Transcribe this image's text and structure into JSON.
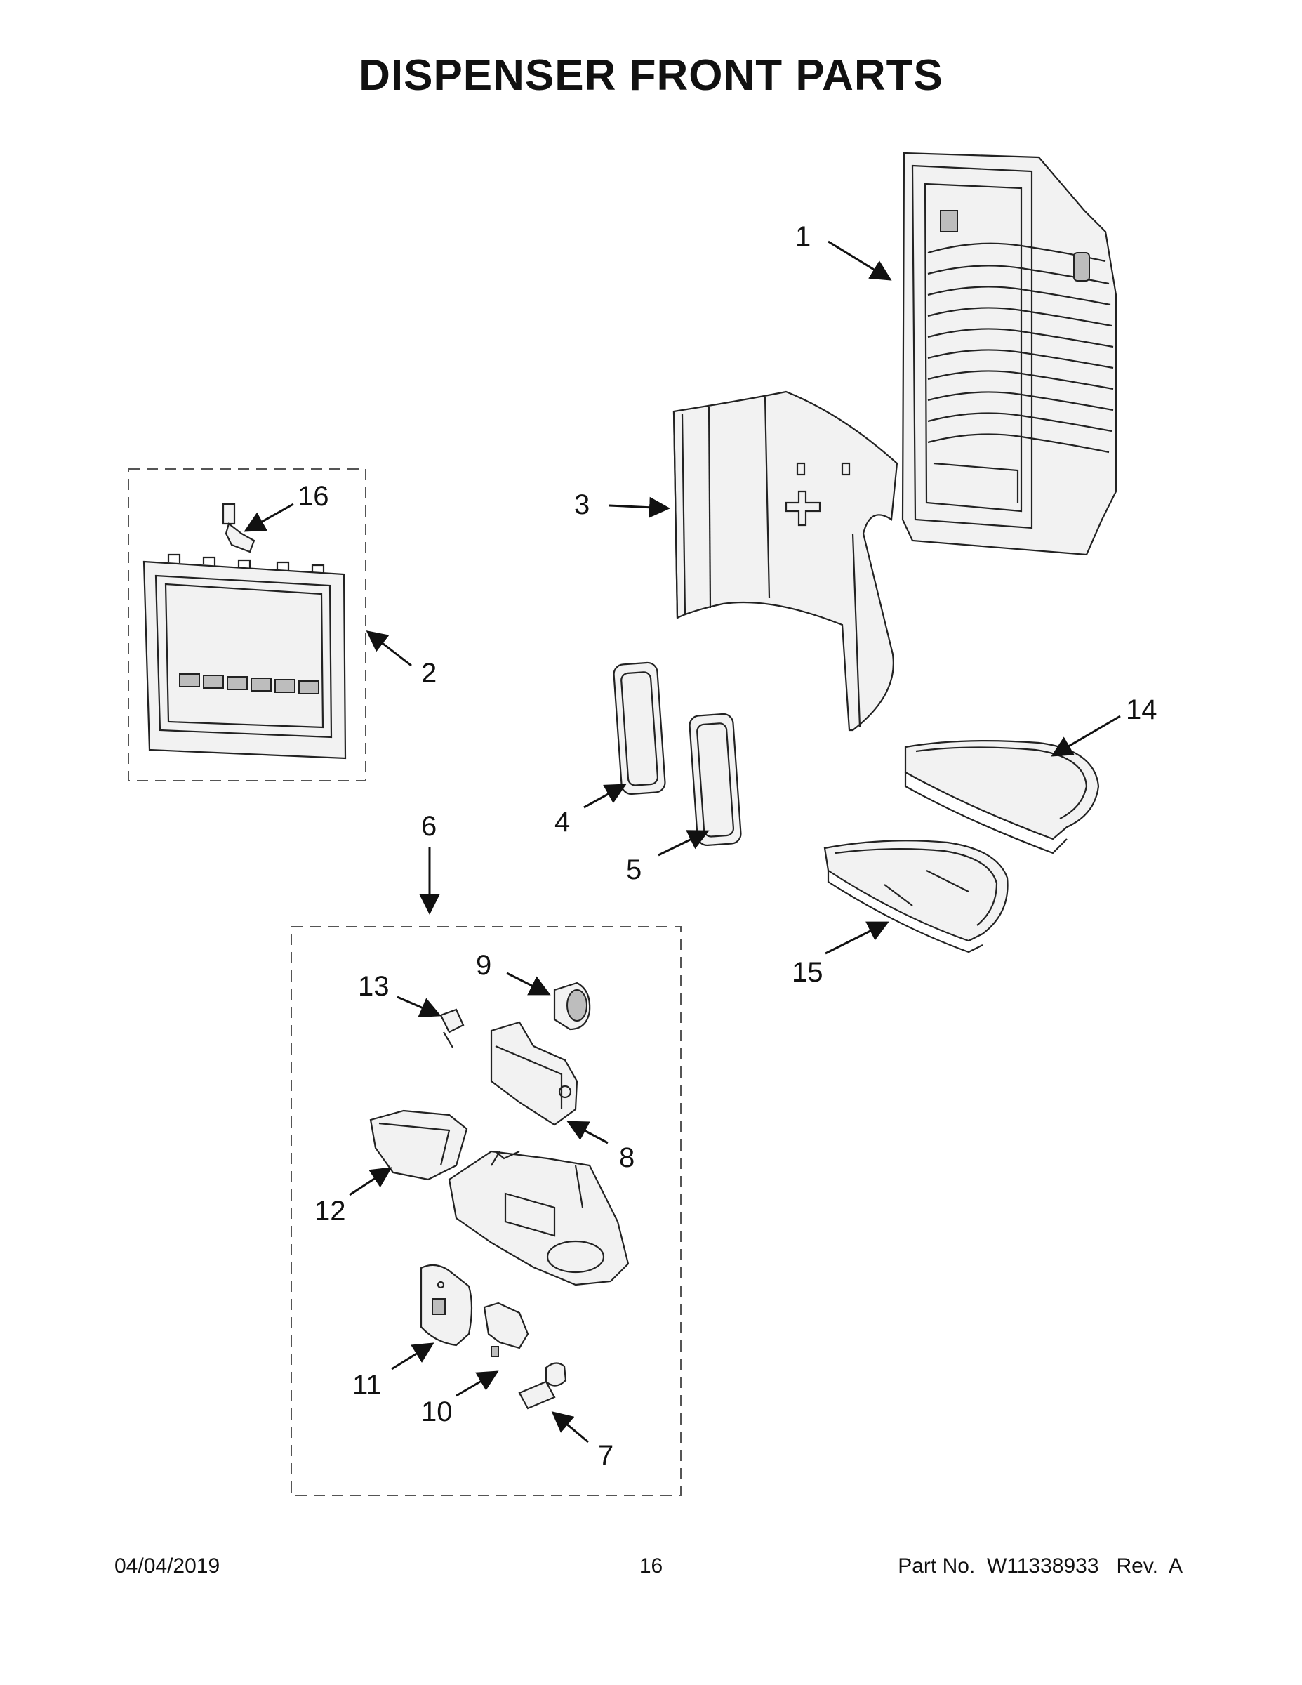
{
  "title": "DISPENSER FRONT PARTS",
  "callouts": {
    "c1": "1",
    "c2": "2",
    "c3": "3",
    "c4": "4",
    "c5": "5",
    "c6": "6",
    "c7": "7",
    "c8": "8",
    "c9": "9",
    "c10": "10",
    "c11": "11",
    "c12": "12",
    "c13": "13",
    "c14": "14",
    "c15": "15",
    "c16": "16"
  },
  "footer": {
    "date": "04/04/2019",
    "page": "16",
    "part": "Part No.  W11338933   Rev.  A"
  }
}
